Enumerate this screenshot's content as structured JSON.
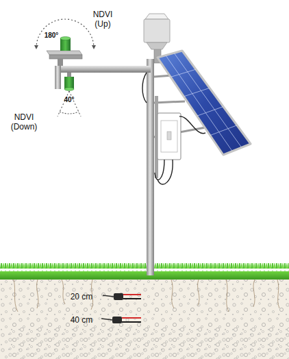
{
  "diagram": {
    "labels": [
      "180°",
      "NDVI (Up)",
      "40°",
      "NDVI (Down)",
      "20 cm",
      "40 cm"
    ]
  }
}
